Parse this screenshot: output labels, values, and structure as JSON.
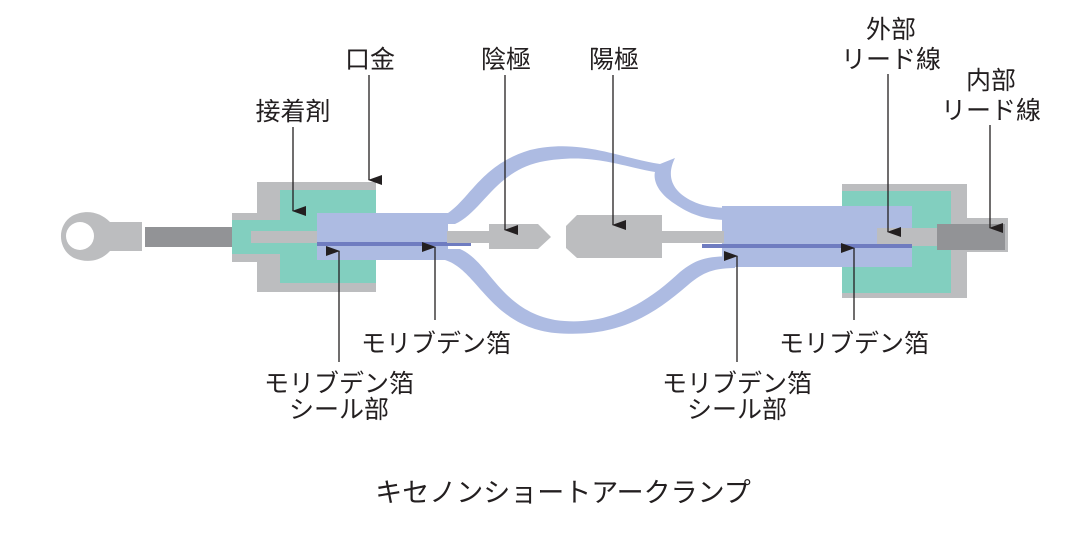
{
  "title": "キセノンショートアークランプ",
  "colors": {
    "glass": "#adbbe2",
    "molybdenum_foil": "#6f7cc0",
    "adhesive": "#82cfbf",
    "base_metal": "#bcbdbf",
    "lead_wire_dark": "#929396",
    "electrode": "#bcbdbf",
    "line": "#231f20"
  },
  "labels": {
    "adhesive": "接着剤",
    "base": "口金",
    "cathode": "陰極",
    "anode": "陽極",
    "outer_lead_1": "外部",
    "outer_lead_2": "リード線",
    "inner_lead_1": "内部",
    "inner_lead_2": "リード線",
    "mo_foil_left": "モリブデン箔",
    "mo_seal_left_1": "モリブデン箔",
    "mo_seal_left_2": "シール部",
    "mo_foil_right": "モリブデン箔",
    "mo_seal_right_1": "モリブデン箔",
    "mo_seal_right_2": "シール部"
  }
}
